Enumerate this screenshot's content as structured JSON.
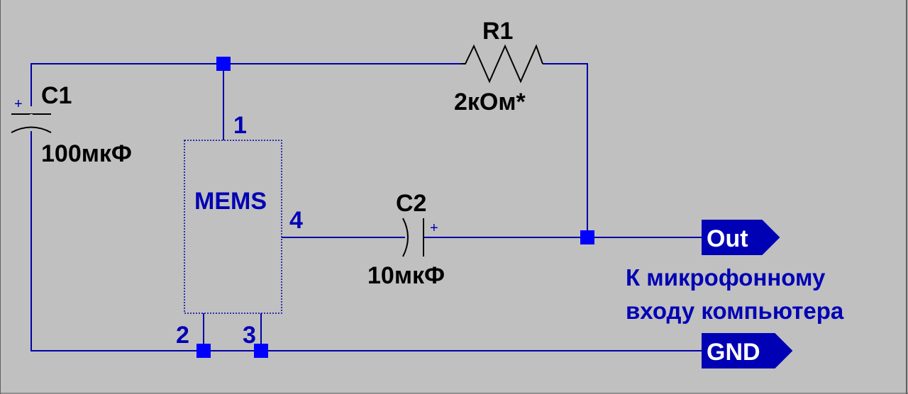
{
  "components": {
    "c1": {
      "ref": "C1",
      "value": "100мкФ",
      "polarity": "+"
    },
    "c2": {
      "ref": "C2",
      "value": "10мкФ",
      "polarity": "+"
    },
    "r1": {
      "ref": "R1",
      "value": "2кОм*"
    },
    "mems": {
      "label": "MEMS",
      "pins": [
        "1",
        "2",
        "3",
        "4"
      ]
    }
  },
  "flags": {
    "out": "Out",
    "gnd": "GND"
  },
  "note": {
    "line1": "К микрофонному",
    "line2": "входу компьютера"
  },
  "colors": {
    "background": "#c0c0c0",
    "wire": "#0000a8",
    "label_blue": "#0000b4",
    "component": "#000000"
  }
}
